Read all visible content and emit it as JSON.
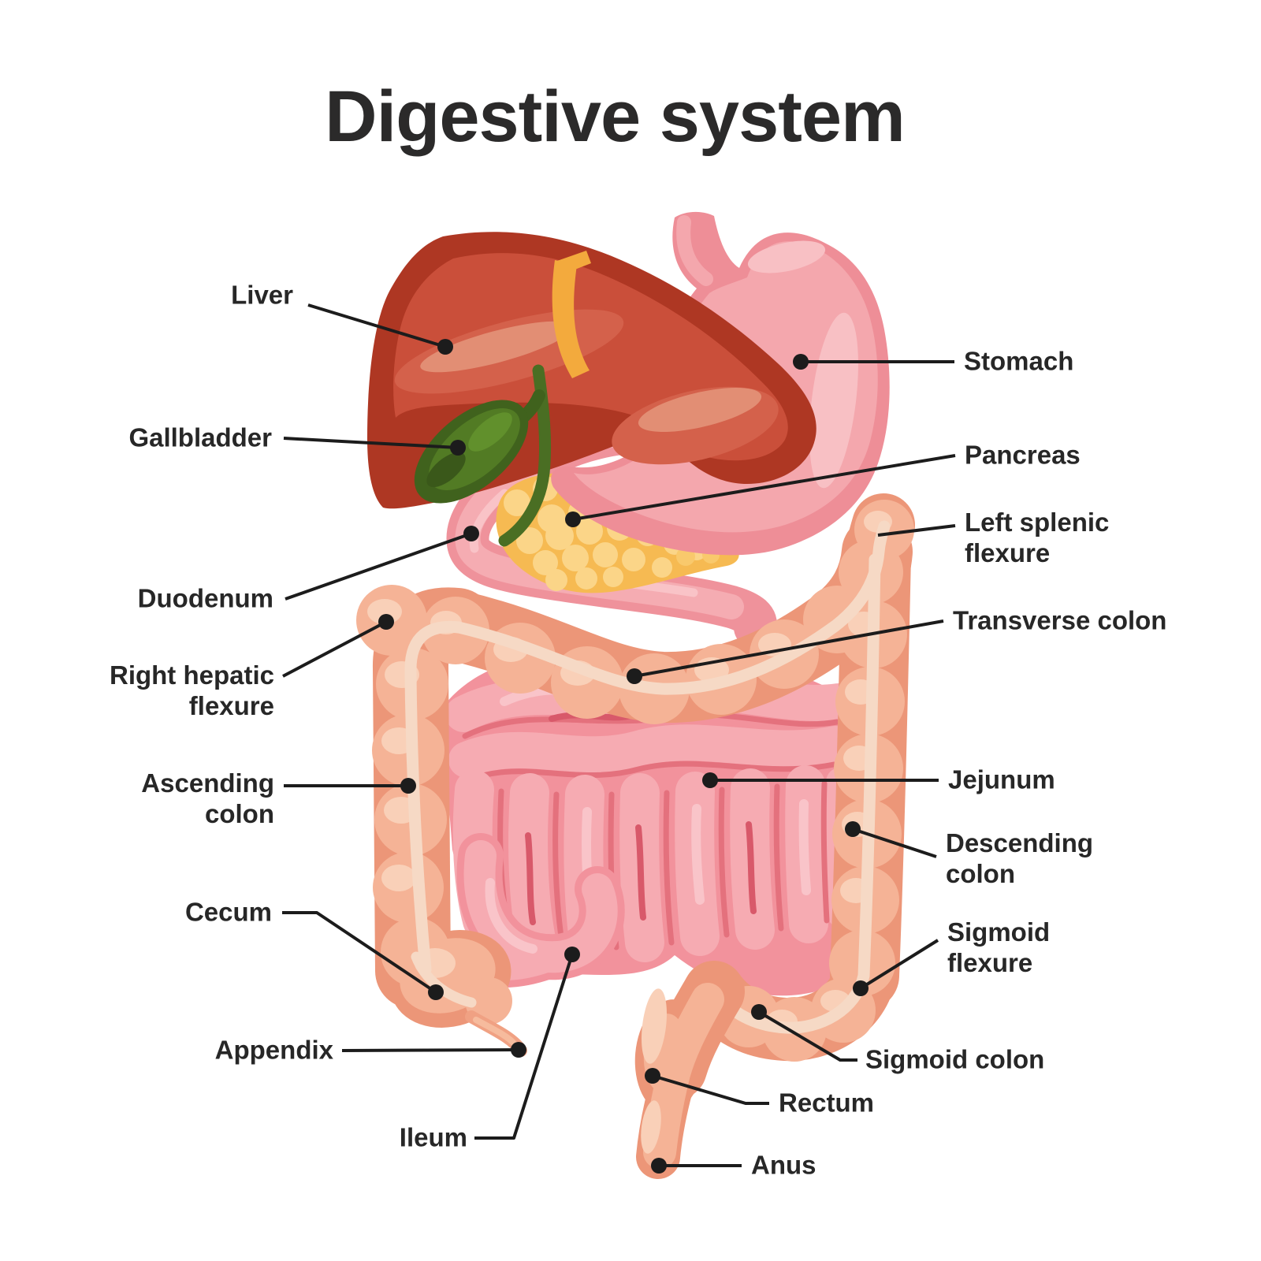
{
  "title": "Digestive system",
  "labels": {
    "liver": "Liver",
    "gallbladder": "Gallbladder",
    "duodenum": "Duodenum",
    "right_hepatic_flexure": "Right hepatic\nflexure",
    "ascending_colon": "Ascending\ncolon",
    "cecum": "Cecum",
    "appendix": "Appendix",
    "ileum": "Ileum",
    "stomach": "Stomach",
    "pancreas": "Pancreas",
    "left_splenic_flexure": "Left splenic\nflexure",
    "transverse_colon": "Transverse colon",
    "jejunum": "Jejunum",
    "descending_colon": "Descending\ncolon",
    "sigmoid_flexure": "Sigmoid\nflexure",
    "sigmoid_colon": "Sigmoid colon",
    "rectum": "Rectum",
    "anus": "Anus"
  },
  "colors": {
    "background": "#ffffff",
    "text": "#272727",
    "leader_line": "#1c1c1c",
    "liver": "#ae3723",
    "liver_light": "#ca4f3a",
    "liver_highlight": "#e28e74",
    "falciform_ligament": "#f3aa3d",
    "gallbladder": "#40621d",
    "gallbladder_light": "#527b24",
    "bile_duct": "#4a6e23",
    "stomach": "#ee8e97",
    "stomach_light": "#f4a7ad",
    "stomach_highlight": "#f8c0c4",
    "duodenum": "#ef929b",
    "pancreas": "#f6ba52",
    "pancreas_bubble": "#fbd588",
    "small_intestine": "#f2929c",
    "small_intestine_light": "#f6abb2",
    "small_intestine_shadow": "#e4717d",
    "large_intestine": "#ec9678",
    "large_intestine_light": "#f5b396",
    "large_intestine_band": "#f6d9c5"
  }
}
